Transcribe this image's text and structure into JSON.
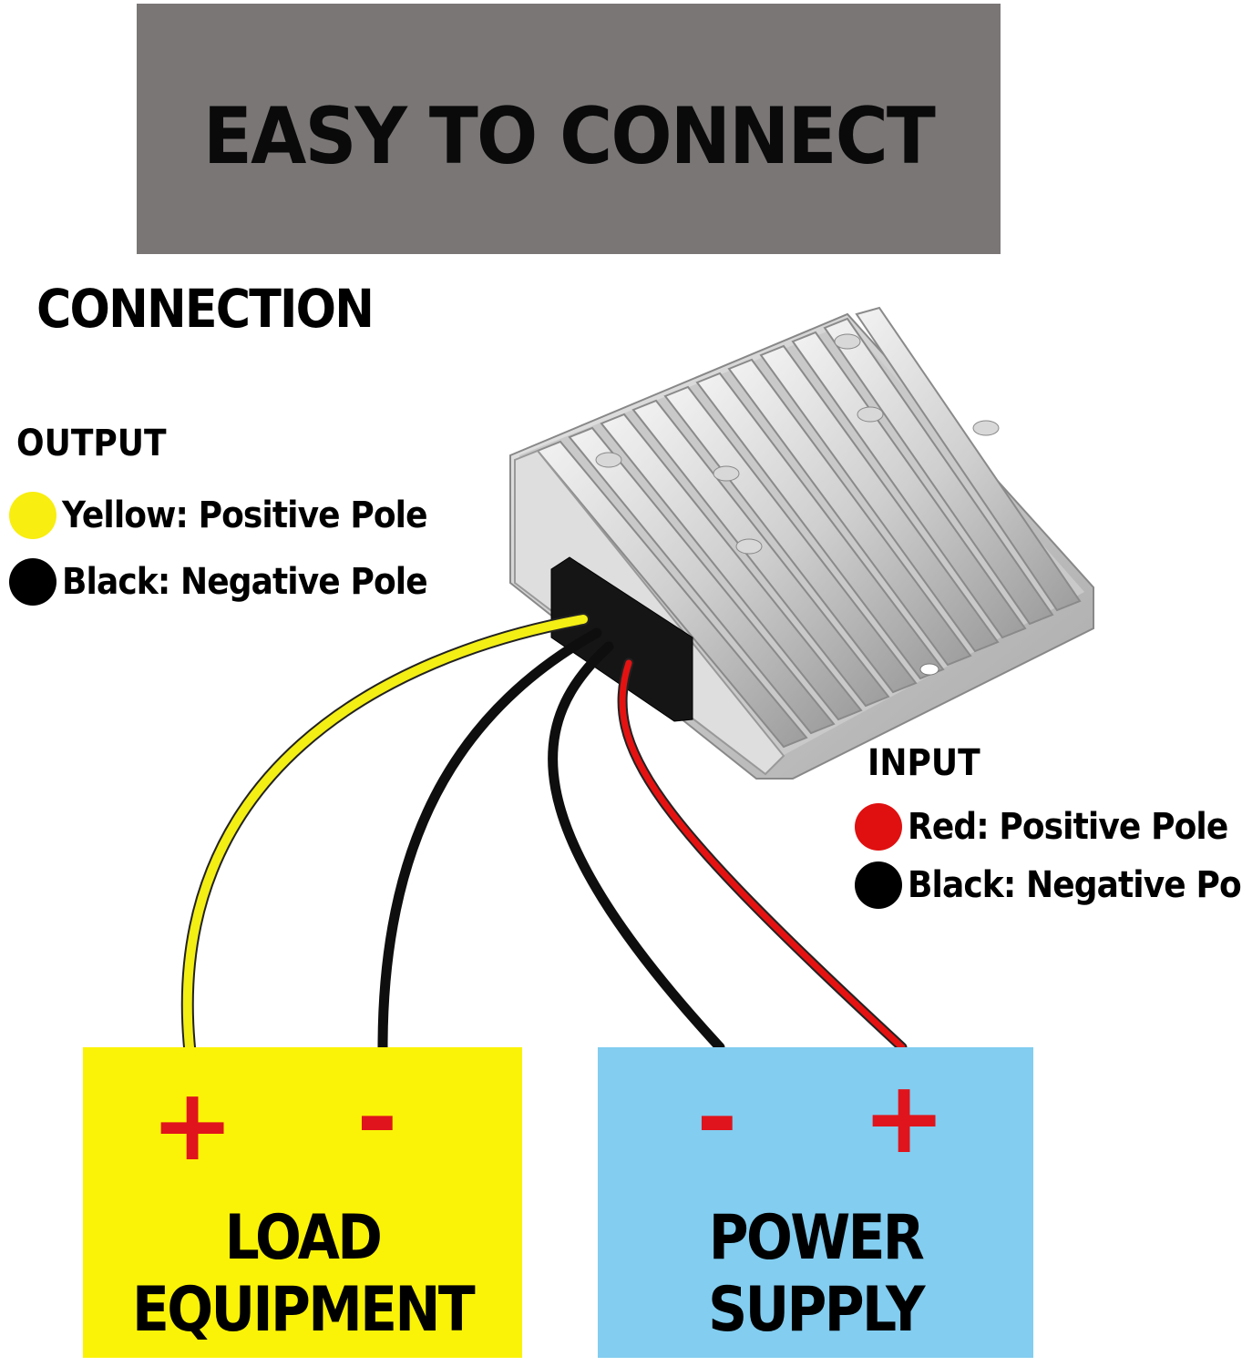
{
  "banner": {
    "title": "EASY TO CONNECT"
  },
  "section_title": "CONNECTION",
  "output": {
    "heading": "OUTPUT",
    "items": [
      {
        "label": "Yellow: Positive Pole",
        "color": "#f8ee10"
      },
      {
        "label": "Black: Negative Pole",
        "color": "#000000"
      }
    ]
  },
  "input": {
    "heading": "INPUT",
    "items": [
      {
        "label": "Red: Positive Pole",
        "color": "#e01010"
      },
      {
        "label": "Black: Negative Pole",
        "color": "#000000"
      }
    ]
  },
  "load_box": {
    "plus": "+",
    "minus": "-",
    "label": "LOAD EQUIPMENT",
    "color": "#fbf307"
  },
  "power_box": {
    "minus": "-",
    "plus": "+",
    "label": "POWER SUPPLY",
    "color": "#82cdf0"
  },
  "colors": {
    "sign_red": "#e0141c",
    "banner_gray": "#7a7676"
  },
  "icons": [
    "converter-module-icon",
    "heatsink-fins",
    "yellow-wire",
    "black-wire",
    "red-wire"
  ]
}
